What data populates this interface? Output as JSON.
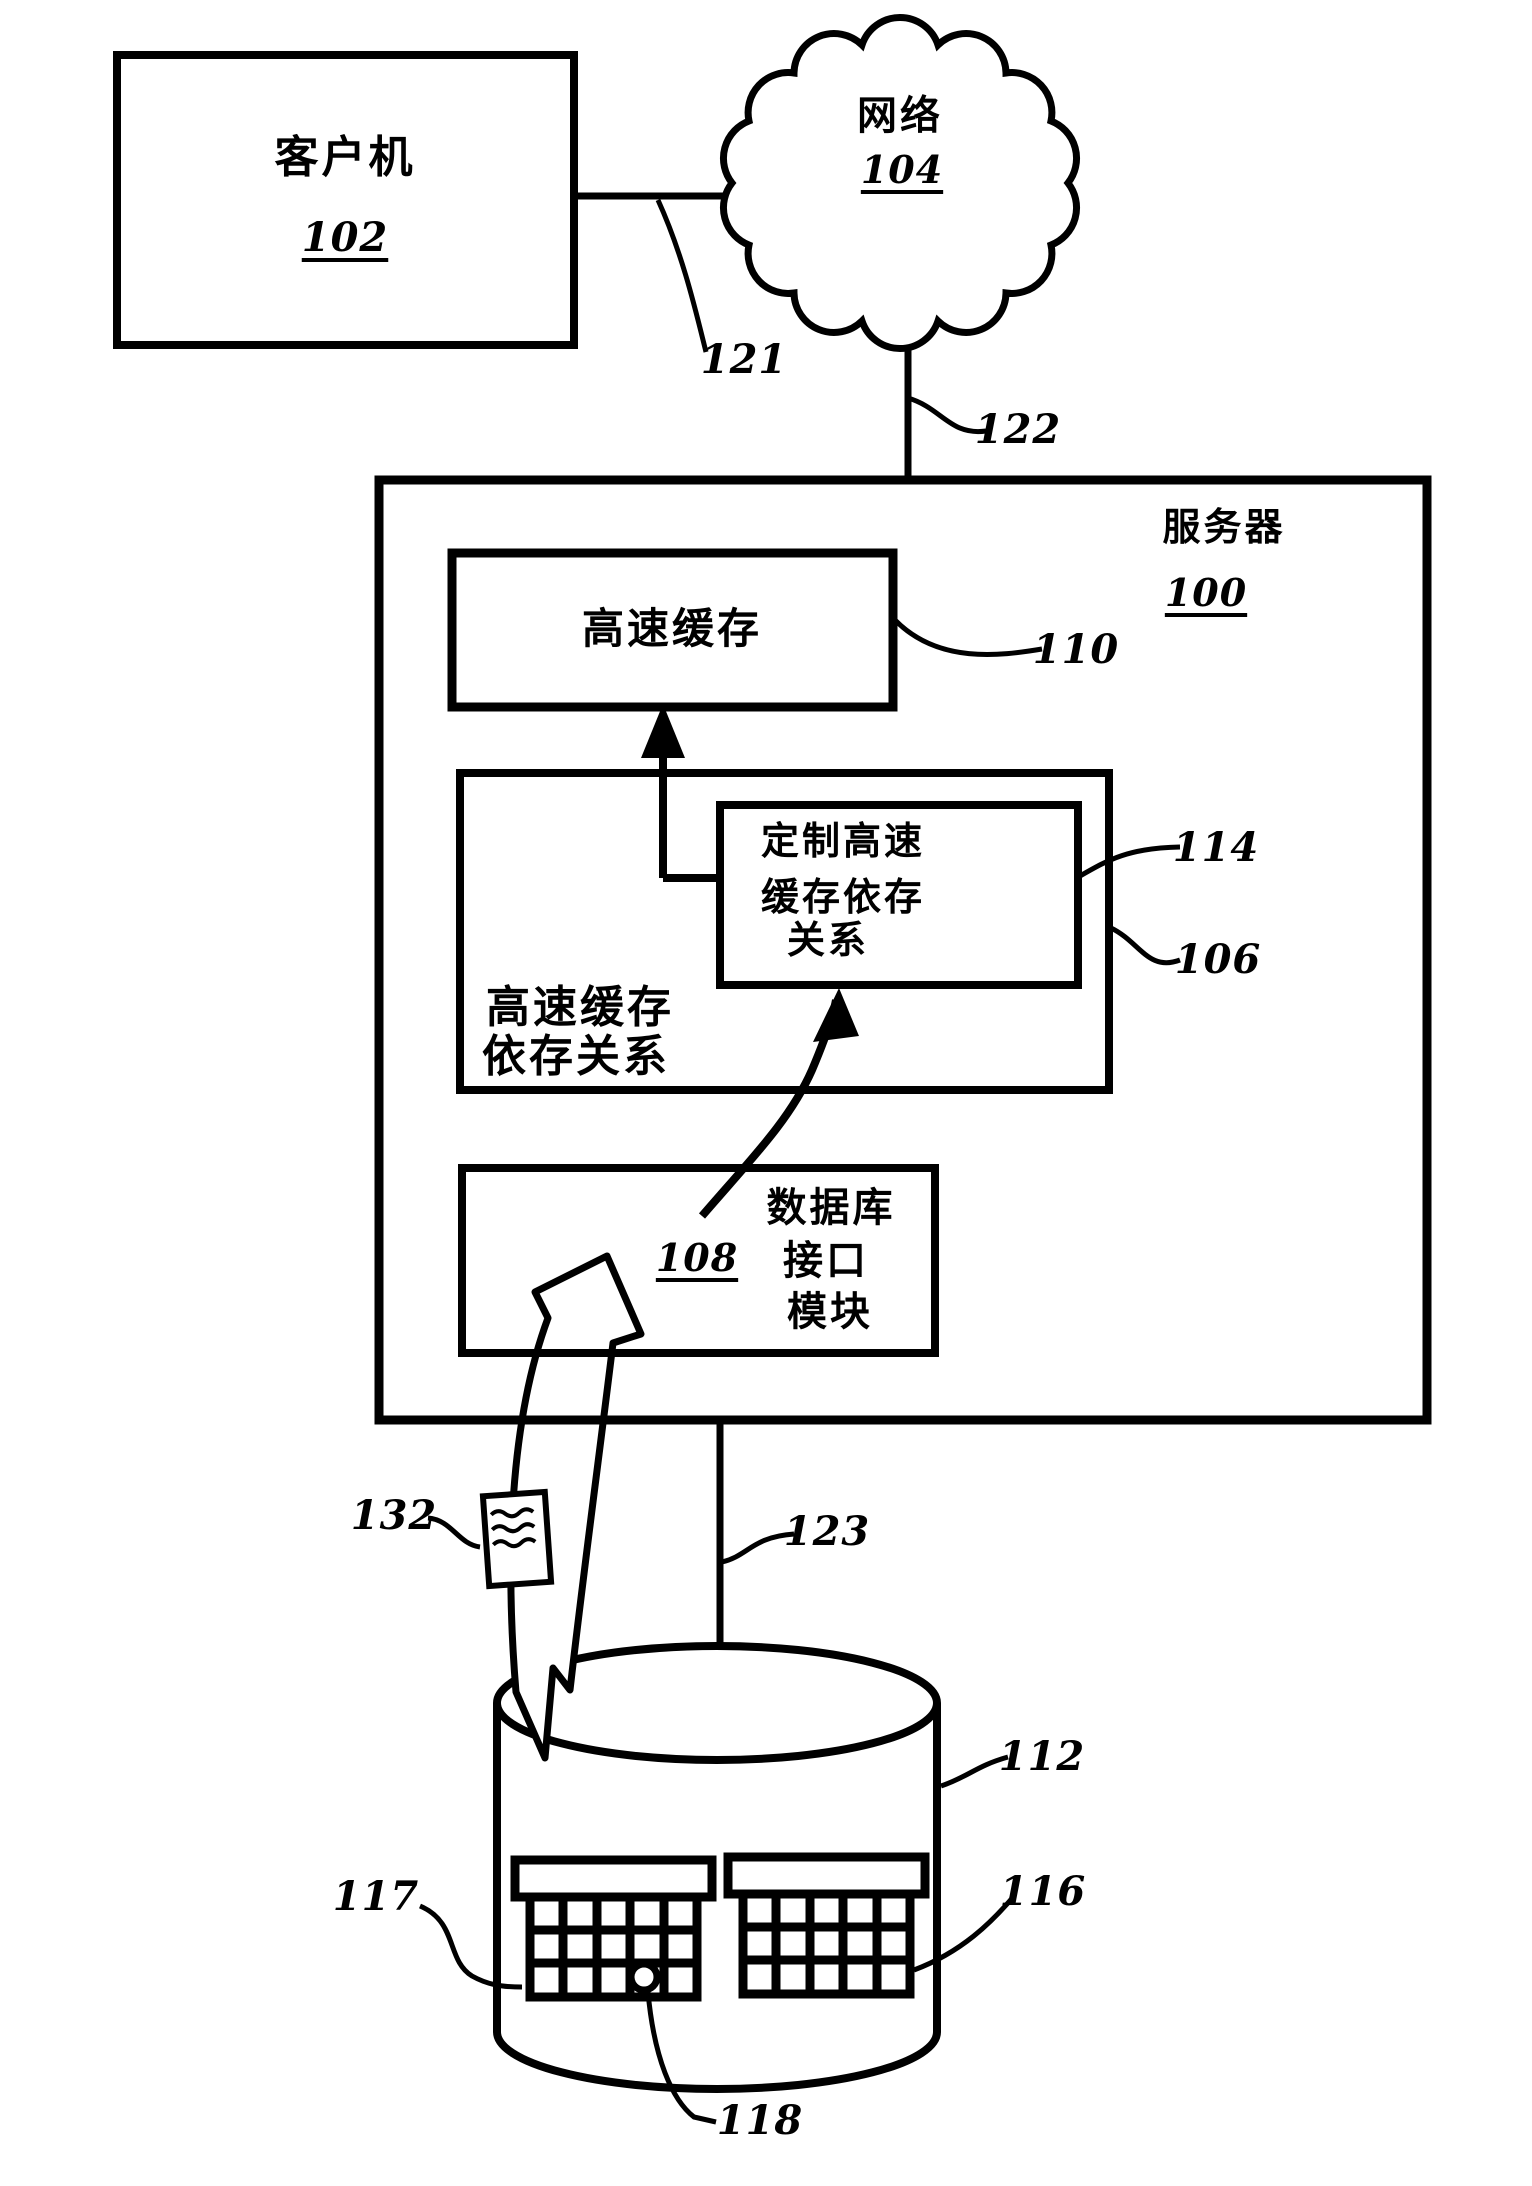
{
  "figure": {
    "background_color": "#ffffff",
    "ink_color": "#000000"
  },
  "nodes": {
    "client": {
      "name": "客户机",
      "ref": "102"
    },
    "network": {
      "name": "网络",
      "ref": "104"
    },
    "server": {
      "name": "服务器",
      "ref": "100"
    },
    "cache": {
      "name": "高速缓存",
      "ref": "110"
    },
    "cache_dependency": {
      "line1": "高速缓存",
      "line2": "依存关系",
      "ref": "106"
    },
    "custom_cache_dependency": {
      "line1": "定制高速",
      "line2": "缓存依存",
      "line3": "关系",
      "ref": "114"
    },
    "database_interface_module": {
      "line1": "数据库",
      "line2": "接口",
      "line3": "模块",
      "ref": "108"
    },
    "database": {
      "ref": "112"
    },
    "left_table": {
      "ref": "117"
    },
    "right_table": {
      "ref": "116"
    },
    "marked_cell": {
      "ref": "118"
    },
    "data_item": {
      "ref": "132"
    }
  },
  "connections": {
    "client_to_network": {
      "ref": "121"
    },
    "network_to_server": {
      "ref": "122"
    },
    "server_to_database": {
      "ref": "123"
    }
  }
}
